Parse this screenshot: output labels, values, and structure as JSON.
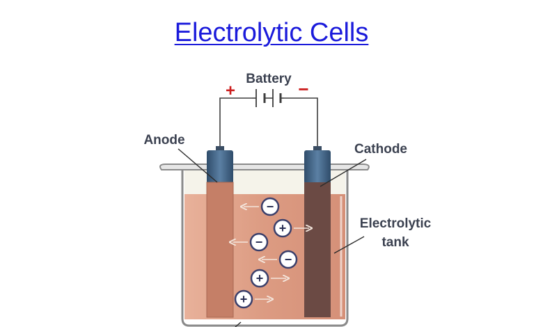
{
  "title": "Electrolytic Cells",
  "labels": {
    "battery": "Battery",
    "plus": "+",
    "minus": "−",
    "anode": "Anode",
    "cathode": "Cathode",
    "tank_line1": "Electrolytic",
    "tank_line2": "tank"
  },
  "ions": [
    {
      "charge": "−",
      "arrow": "left"
    },
    {
      "charge": "+",
      "arrow": "right"
    },
    {
      "charge": "−",
      "arrow": "left"
    },
    {
      "charge": "−",
      "arrow": "left"
    },
    {
      "charge": "+",
      "arrow": "right"
    },
    {
      "charge": "+",
      "arrow": "right"
    }
  ],
  "colors": {
    "title": "#1a1adb",
    "electrolyte": "#e0a28a",
    "electrode": "#4a6b8a",
    "cathode_lower": "#6b4a44",
    "plus_sign": "#cc1f1f",
    "label": "#3b4150"
  }
}
